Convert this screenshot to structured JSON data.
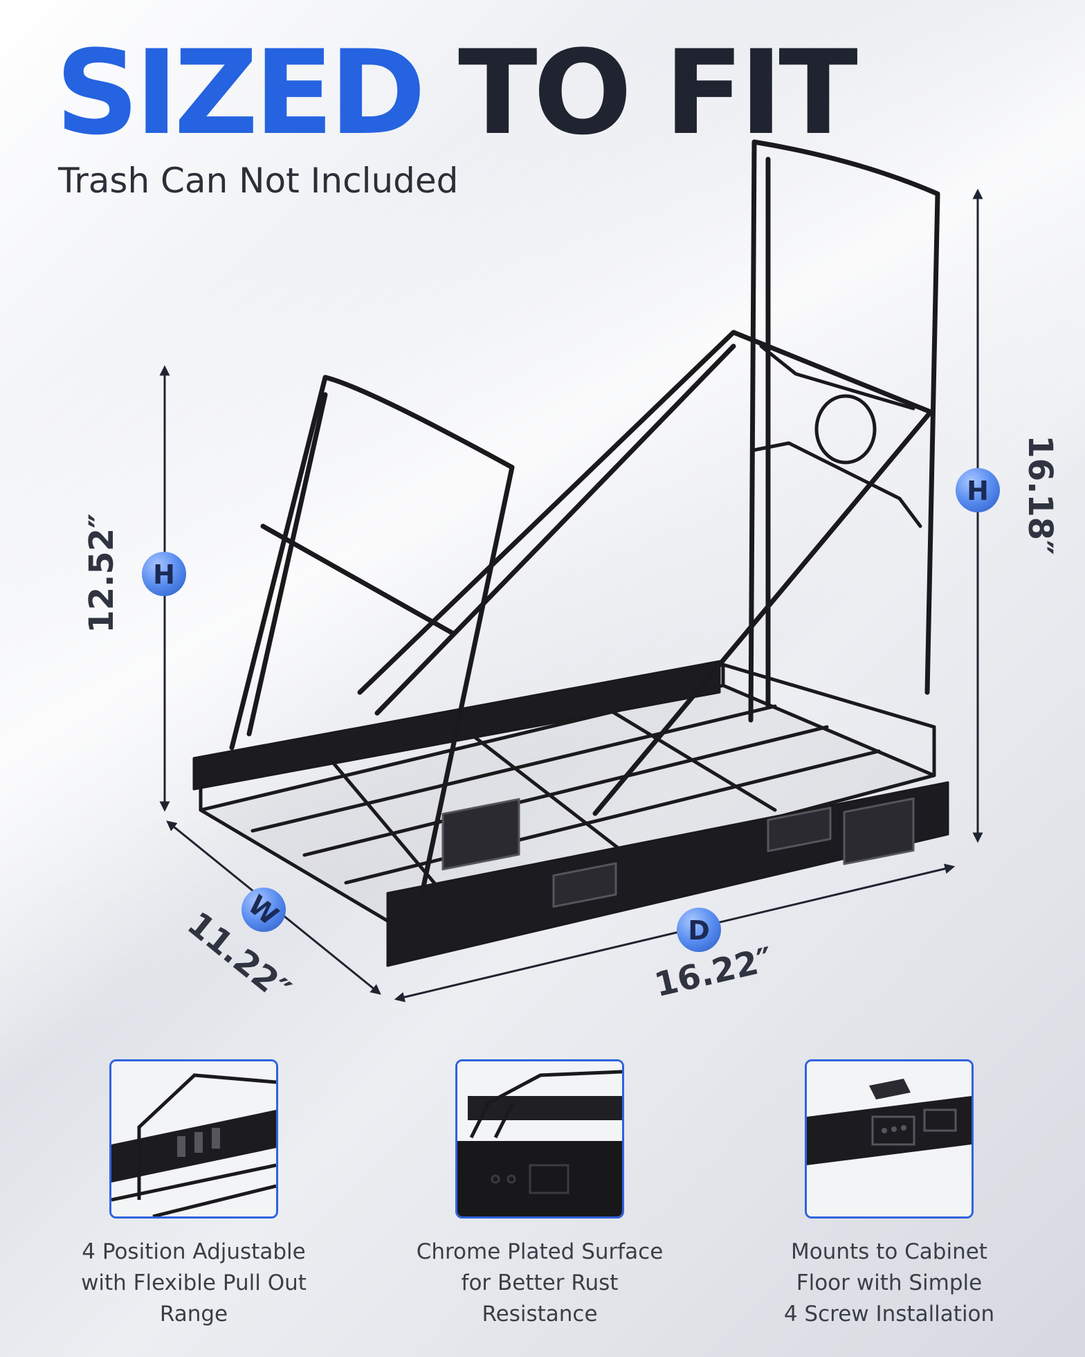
{
  "header": {
    "title_part1": "SIZED",
    "title_part2": "TO FIT",
    "subtitle": "Trash Can Not Included"
  },
  "dimensions": {
    "front_height": {
      "badge": "H",
      "value": "12.52″"
    },
    "back_height": {
      "badge": "H",
      "value": "16.18″"
    },
    "width": {
      "badge": "W",
      "value": "11.22″"
    },
    "depth": {
      "badge": "D",
      "value": "16.22″"
    }
  },
  "features": [
    {
      "caption": "4 Position Adjustable\nwith Flexible Pull Out\nRange",
      "icon": "slide-rail-detail-icon"
    },
    {
      "caption": "Chrome Plated Surface\nfor Better Rust\nResistance",
      "icon": "chrome-surface-detail-icon"
    },
    {
      "caption": "Mounts to Cabinet\nFloor with Simple\n4 Screw Installation",
      "icon": "mounting-bracket-detail-icon"
    }
  ],
  "colors": {
    "accent_blue": "#2563e0",
    "dark_text": "#1f2430",
    "badge_fill": "#5a8ef0",
    "frame_black": "#1a1a1c"
  }
}
